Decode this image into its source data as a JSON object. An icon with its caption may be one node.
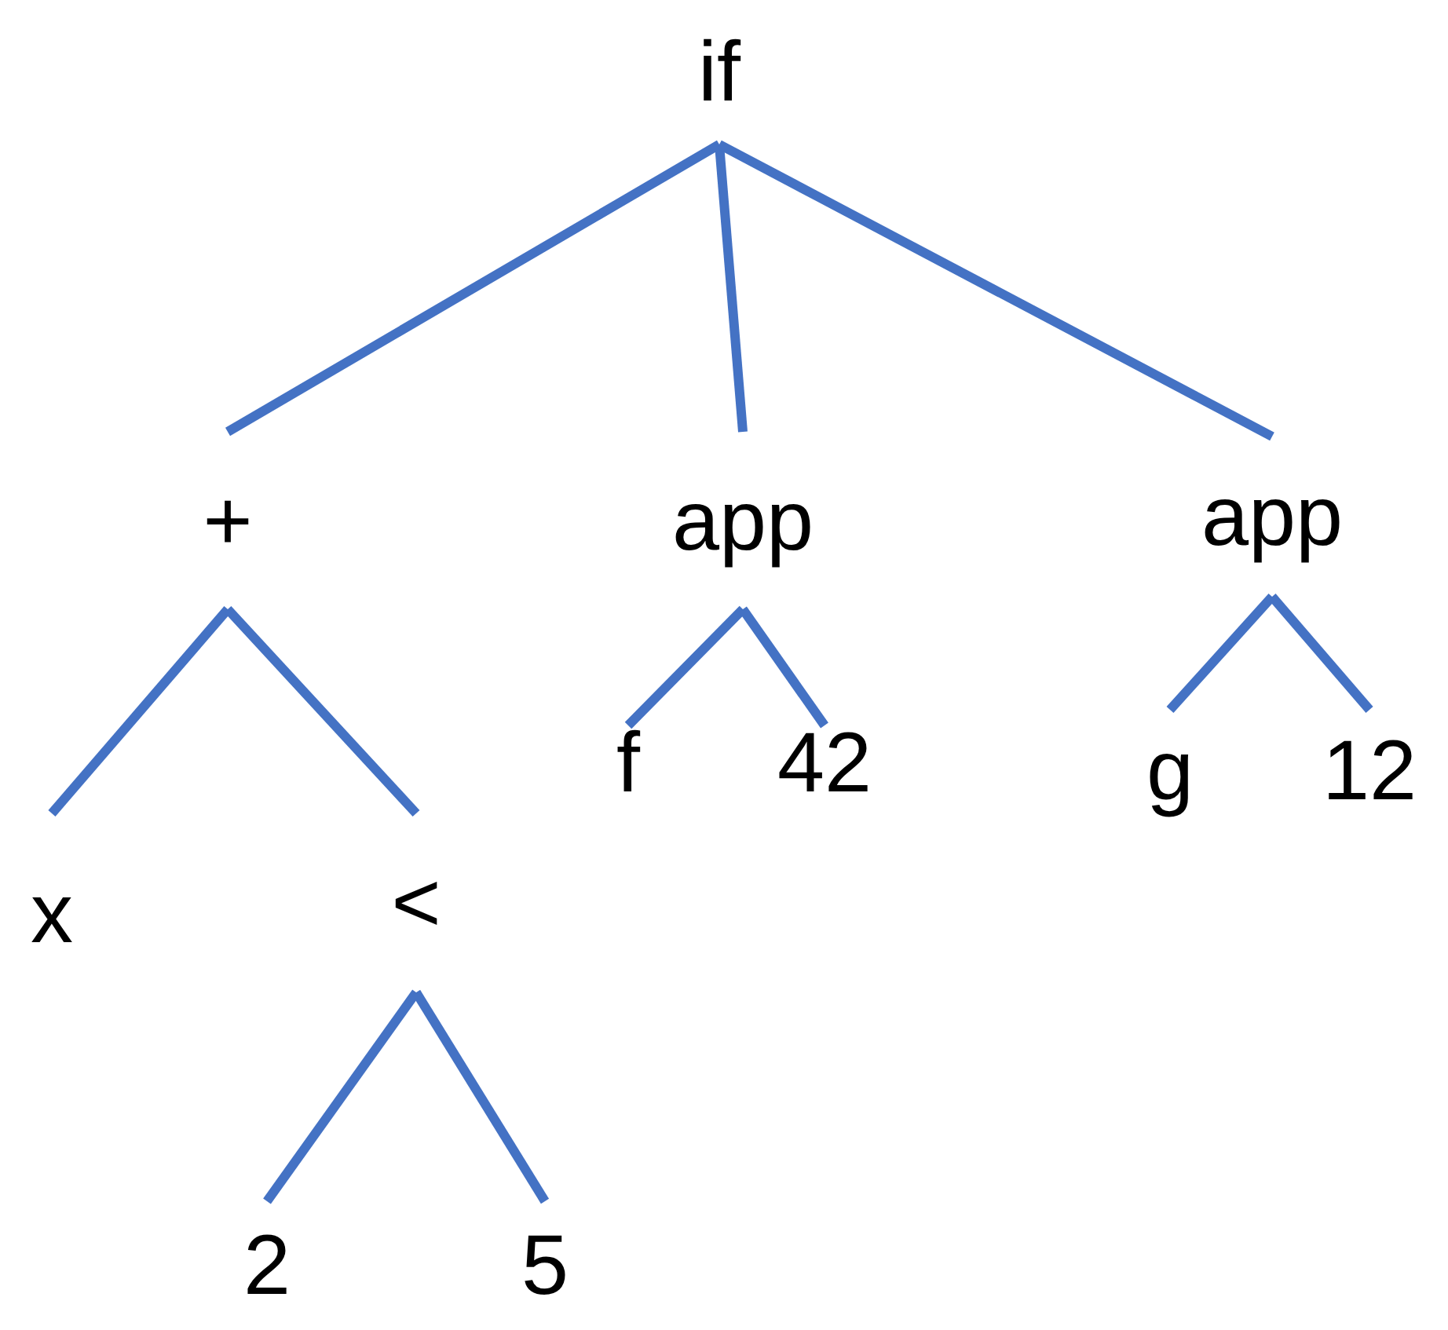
{
  "diagram": {
    "nodes": [
      {
        "text": [
          "if"
        ]
      },
      {
        "text": [
          "+"
        ]
      },
      {
        "text": [
          "app"
        ]
      },
      {
        "text": [
          "app"
        ]
      },
      {
        "text": [
          "x"
        ]
      },
      {
        "text": [
          "<"
        ]
      },
      {
        "text": [
          "f"
        ]
      },
      {
        "text": [
          "42"
        ]
      },
      {
        "text": [
          "g"
        ]
      },
      {
        "text": [
          "12"
        ]
      },
      {
        "text": [
          "2"
        ]
      },
      {
        "text": [
          "5"
        ]
      }
    ],
    "edges": [
      {
        "from": 0,
        "to": 1,
        "arrow": "none"
      },
      {
        "from": 0,
        "to": 2,
        "arrow": "none"
      },
      {
        "from": 0,
        "to": 3,
        "arrow": "none"
      },
      {
        "from": 1,
        "to": 4,
        "arrow": "none"
      },
      {
        "from": 1,
        "to": 5,
        "arrow": "none"
      },
      {
        "from": 2,
        "to": 6,
        "arrow": "none"
      },
      {
        "from": 2,
        "to": 7,
        "arrow": "none"
      },
      {
        "from": 3,
        "to": 8,
        "arrow": "none"
      },
      {
        "from": 3,
        "to": 9,
        "arrow": "none"
      },
      {
        "from": 5,
        "to": 10,
        "arrow": "none"
      },
      {
        "from": 5,
        "to": 11,
        "arrow": "none"
      }
    ]
  }
}
